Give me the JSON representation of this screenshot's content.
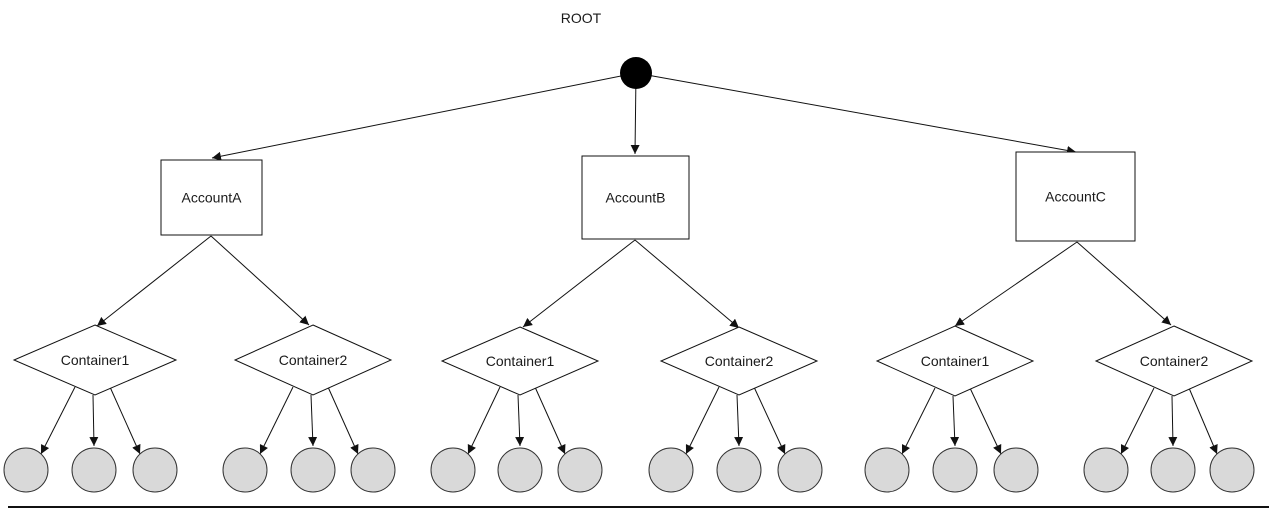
{
  "root": {
    "label": "ROOT"
  },
  "accounts": [
    {
      "label": "AccountA",
      "containers": [
        {
          "label": "Container1",
          "objects": 3
        },
        {
          "label": "Container2",
          "objects": 3
        }
      ]
    },
    {
      "label": "AccountB",
      "containers": [
        {
          "label": "Container1",
          "objects": 3
        },
        {
          "label": "Container2",
          "objects": 3
        }
      ]
    },
    {
      "label": "AccountC",
      "containers": [
        {
          "label": "Container1",
          "objects": 3
        },
        {
          "label": "Container2",
          "objects": 3
        }
      ]
    }
  ],
  "colors": {
    "leaf_fill": "#d9d9d9",
    "root_fill": "#000000",
    "stroke": "#111111"
  }
}
